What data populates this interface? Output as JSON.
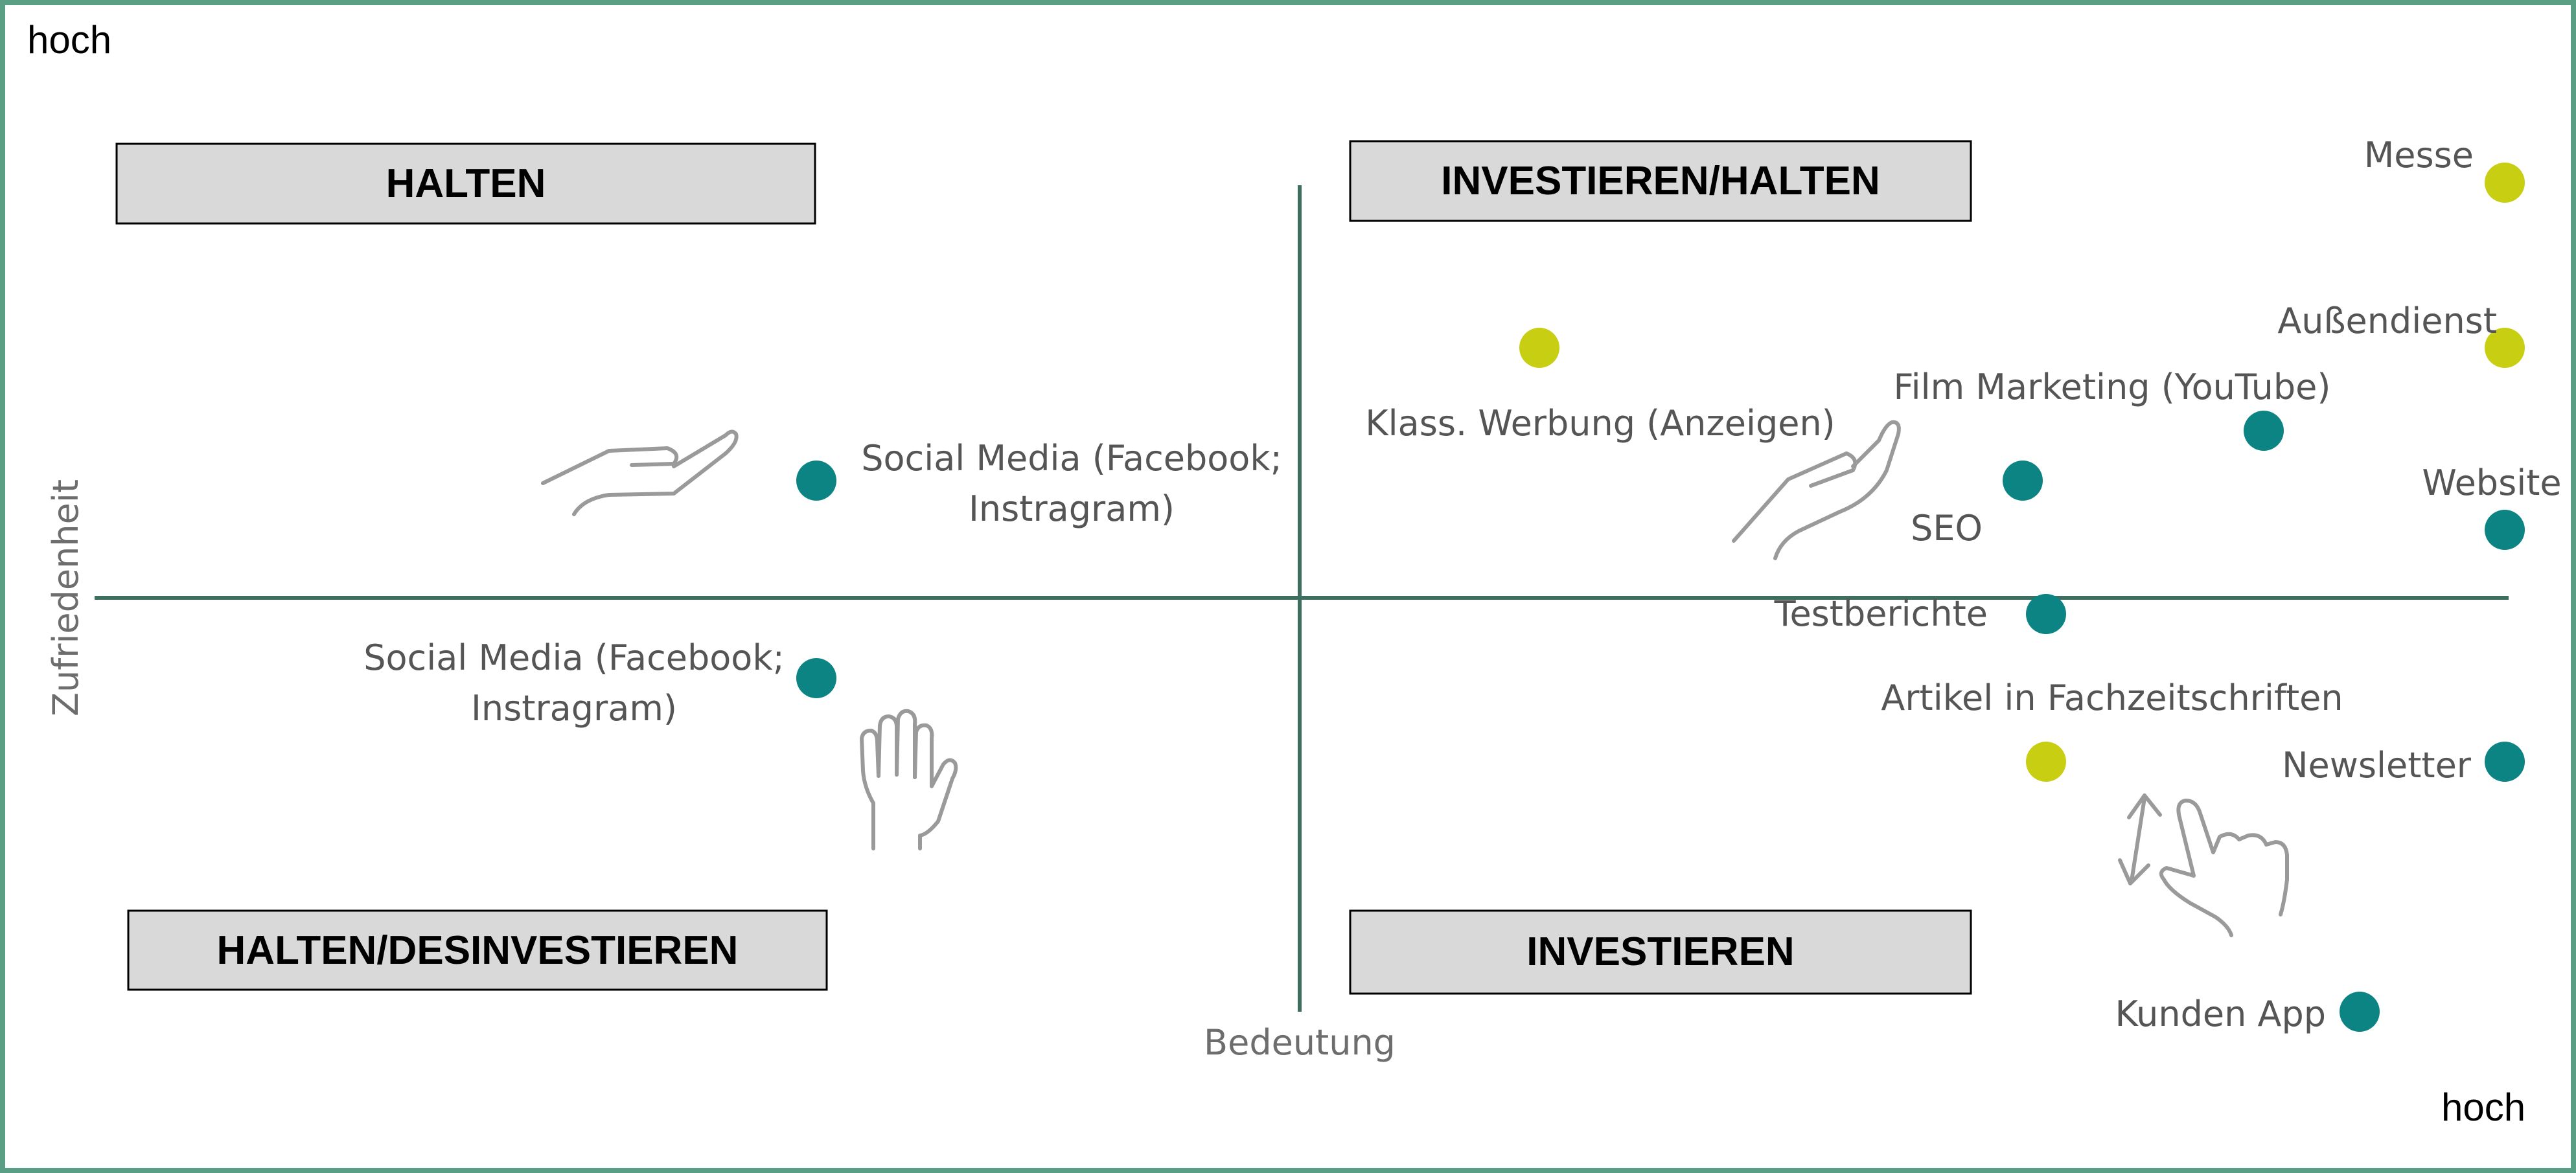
{
  "corners": {
    "top_left": "hoch",
    "bottom_right": "hoch"
  },
  "quadrants": {
    "top_left": "HALTEN",
    "top_right": "INVESTIEREN/HALTEN",
    "bottom_left": "HALTEN/DESINVESTIEREN",
    "bottom_right": "INVESTIEREN"
  },
  "axes": {
    "x_label": "Bedeutung",
    "y_label": "Zufriedenheit"
  },
  "colors": {
    "teal": "#0d8484",
    "yellow": "#c8cf12",
    "axis": "#3d6e60",
    "frame": "#5b9e86",
    "box": "#d9d9d9"
  },
  "points": [
    {
      "label": "Messe",
      "color": "yellow"
    },
    {
      "label": "Außendienst",
      "color": "yellow"
    },
    {
      "label": "Klass. Werbung (Anzeigen)",
      "color": "yellow"
    },
    {
      "label": "Film Marketing (YouTube)",
      "color": "teal"
    },
    {
      "label": "SEO",
      "color": "teal"
    },
    {
      "label": "Website",
      "color": "teal"
    },
    {
      "label": "Testberichte",
      "color": "teal"
    },
    {
      "label": "Artikel in Fachzeitschriften",
      "color": "yellow"
    },
    {
      "label": "Newsletter",
      "color": "teal"
    },
    {
      "label": "Kunden App",
      "color": "teal"
    },
    {
      "label_lines": [
        "Social Media (Facebook;",
        "Instragram)"
      ],
      "color": "teal"
    },
    {
      "label_lines": [
        "Social Media (Facebook;",
        "Instragram)"
      ],
      "color": "teal"
    }
  ],
  "icons": [
    "open-hand-left-icon",
    "open-hand-right-icon",
    "stop-hand-icon",
    "swipe-hand-icon"
  ]
}
